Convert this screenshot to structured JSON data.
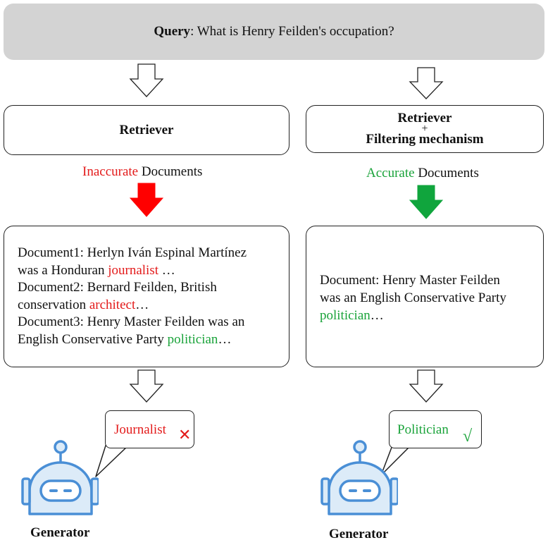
{
  "query": {
    "label": "Query",
    "text": ": What is Henry Feilden's occupation?"
  },
  "left": {
    "retriever": "Retriever",
    "doc_label": {
      "adjective": "Inaccurate",
      "noun": " Documents"
    },
    "documents": [
      [
        {
          "t": "Document1: Herlyn Iván Espinal Martínez"
        }
      ],
      [
        {
          "t": "was a Honduran "
        },
        {
          "t": "journalist",
          "c": "red"
        },
        {
          "t": " …"
        }
      ],
      [
        {
          "t": "Document2: Bernard Feilden, British"
        }
      ],
      [
        {
          "t": "conservation "
        },
        {
          "t": "architect",
          "c": "red"
        },
        {
          "t": "…"
        }
      ],
      [
        {
          "t": "Document3: Henry Master Feilden was an"
        }
      ],
      [
        {
          "t": "English Conservative Party "
        },
        {
          "t": "politician",
          "c": "green"
        },
        {
          "t": "…"
        }
      ]
    ],
    "answer": "Journalist",
    "answer_mark": "✕",
    "generator": "Generator"
  },
  "right": {
    "retriever_line1": "Retriever",
    "retriever_plus": "+",
    "retriever_line2": "Filtering mechanism",
    "doc_label": {
      "adjective": "Accurate",
      "noun": " Documents"
    },
    "documents": [
      [
        {
          "t": "Document: Henry Master Feilden"
        }
      ],
      [
        {
          "t": "was an English Conservative Party"
        }
      ],
      [
        {
          "t": "politician",
          "c": "green"
        },
        {
          "t": "…"
        }
      ]
    ],
    "answer": "Politician",
    "answer_mark": "√",
    "generator": "Generator"
  },
  "colors": {
    "red": "#e31a1a",
    "green": "#1aa33a",
    "robot_stroke": "#4a8fd6",
    "robot_fill": "#dcebf8"
  }
}
